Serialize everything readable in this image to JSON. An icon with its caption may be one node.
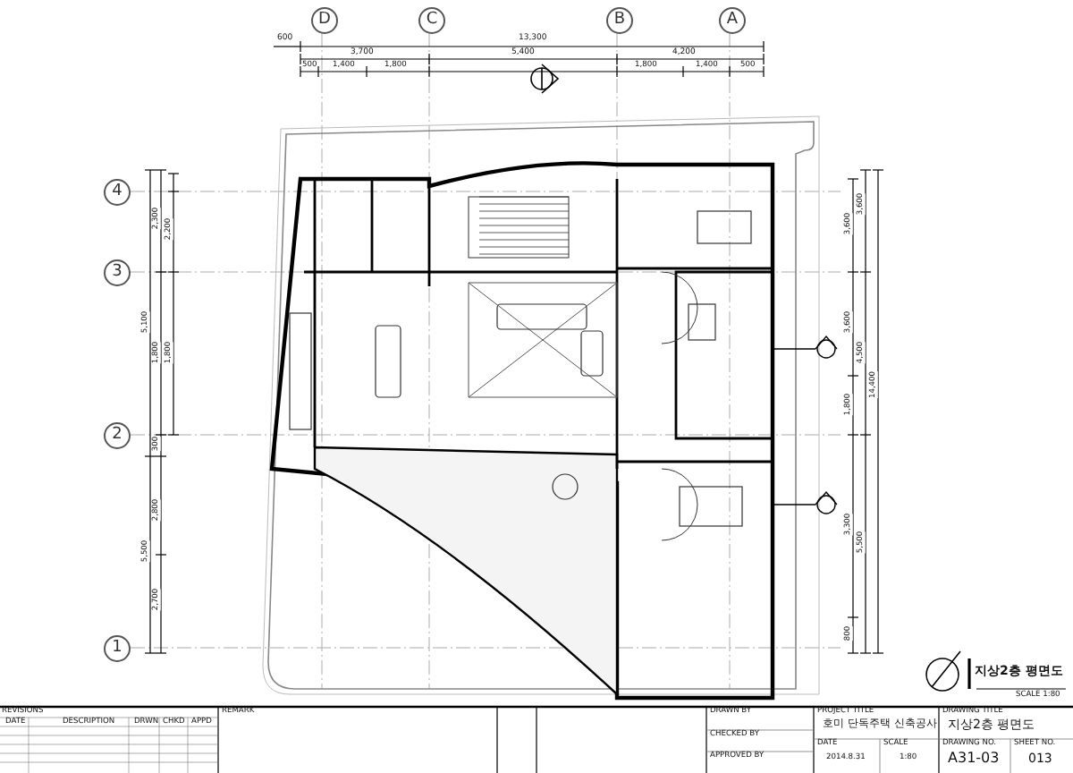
{
  "diagram": {
    "nodes": [
      {
        "text": [
          "D"
        ]
      },
      {
        "text": [
          "C"
        ]
      },
      {
        "text": [
          "B"
        ]
      },
      {
        "text": [
          "A"
        ]
      },
      {
        "text": [
          "4"
        ]
      },
      {
        "text": [
          "3"
        ]
      },
      {
        "text": [
          "2"
        ]
      },
      {
        "text": [
          "1"
        ]
      }
    ],
    "labels": [
      "600",
      "13,300",
      "3,700",
      "5,400",
      "4,200",
      "500",
      "1,400",
      "1,800",
      "1,800",
      "1,400",
      "500",
      "5,100",
      "5,500",
      "2,300",
      "1,800",
      "300",
      "2,800",
      "2,700",
      "2,200",
      "1,800",
      "3,600",
      "3,600",
      "1,800",
      "3,300",
      "800",
      "3,600",
      "4,500",
      "5,500",
      "14,400",
      "지상2층 평면도",
      "SCALE 1:80",
      "REVISIONS",
      "DATE",
      "DESCRIPTION",
      "DRWN",
      "CHKD",
      "APPD",
      "REMARK",
      "DRAWN BY",
      "CHECKED BY",
      "APPROVED BY",
      "PROJECT TITLE",
      "호미 단독주택 신축공사",
      "DATE",
      "2014.8.31",
      "SCALE",
      "1:80",
      "DRAWING TITLE",
      "지상2층 평면도",
      "DRAWING NO.",
      "A31-03",
      "SHEET NO.",
      "013"
    ]
  }
}
